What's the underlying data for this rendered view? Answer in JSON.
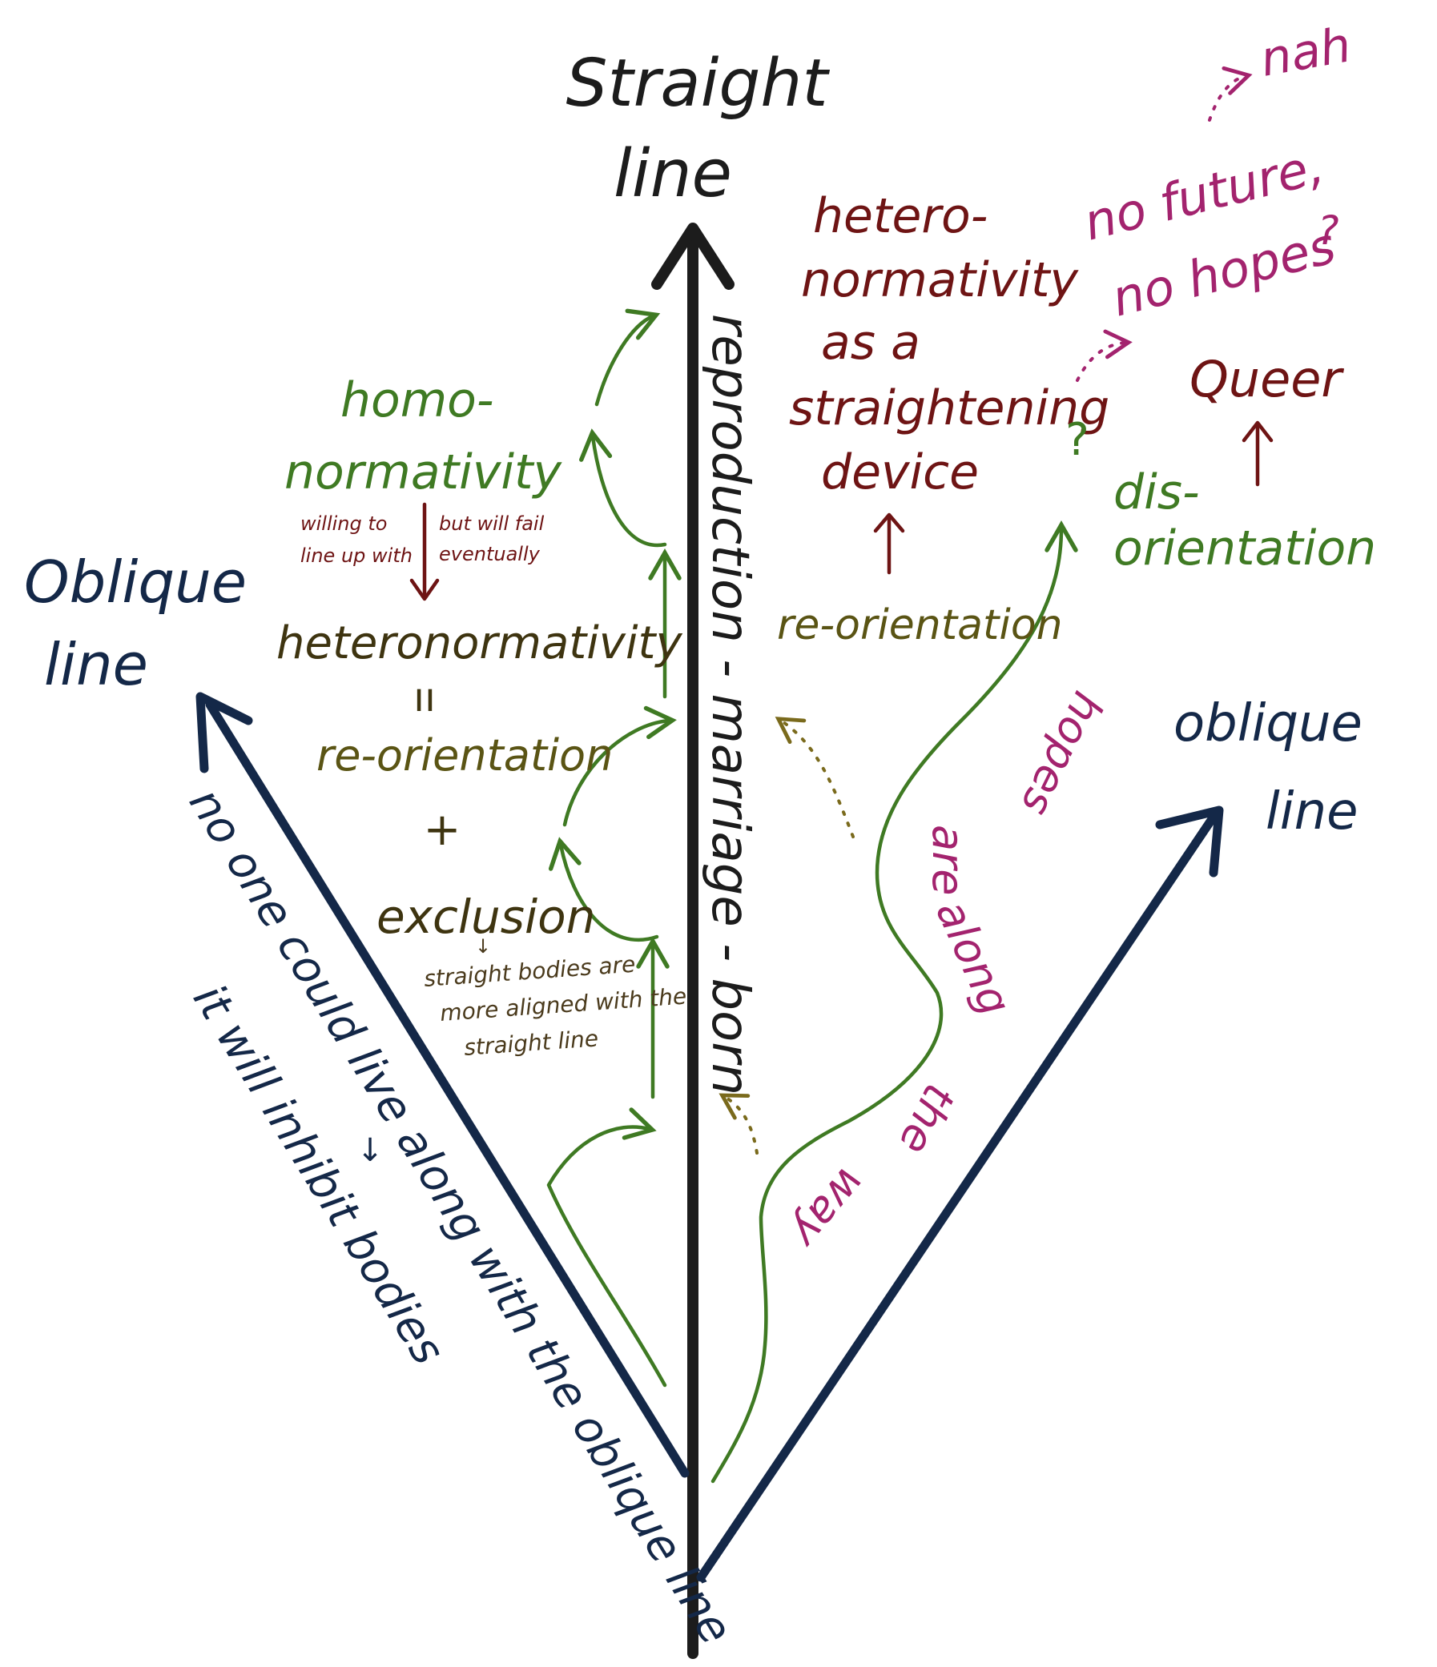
{
  "colors": {
    "black": "#1c1c1c",
    "navy": "#142848",
    "green": "#3f7a23",
    "maroon": "#6e1414",
    "olive": "#5a5414",
    "olive_dark": "#3e3410",
    "magenta": "#a3236e",
    "ink_small": "#4a3a1c"
  },
  "labels": {
    "straight_title": "Straight",
    "straight_line": "line",
    "oblique_left_1": "Oblique",
    "oblique_left_2": "line",
    "oblique_right_1": "oblique",
    "oblique_right_2": "line",
    "axis_vertical": "reproduction - marriage - born",
    "homo_1": "homo-",
    "homo_2": "normativity",
    "willing_1": "willing to",
    "willing_2": "line up with",
    "fail_1": "but will fail",
    "fail_2": "eventually",
    "heteronormativity": "heteronormativity",
    "equals": "ıı",
    "reorientation_left": "re-orientation",
    "plus": "+",
    "exclusion": "exclusion",
    "straight_bodies_arrow": "↓",
    "straight_bodies_1": "straight bodies are",
    "straight_bodies_2": "more aligned with the",
    "straight_bodies_3": "straight line",
    "hetero_1": "hetero-",
    "hetero_2": "normativity",
    "hetero_3": "as   a",
    "hetero_4": "straightening",
    "hetero_5": "device",
    "reorientation_right": "re-orientation",
    "question": "?",
    "question_small": "?",
    "dis_1": "dis-",
    "dis_2": "orientation",
    "queer": "Queer",
    "no_future_1": "no future,",
    "no_future_2": "no hopes",
    "nah": "nah",
    "hopes_along_1": "hopes",
    "hopes_along_2": "are",
    "hopes_along_3": "along",
    "hopes_along_4": "the",
    "hopes_along_5": "way",
    "no_one_could": "no one could live along with the oblique line",
    "it_will_inhibit": "it will inhibit bodies",
    "inhibit_arrow": "↓"
  }
}
